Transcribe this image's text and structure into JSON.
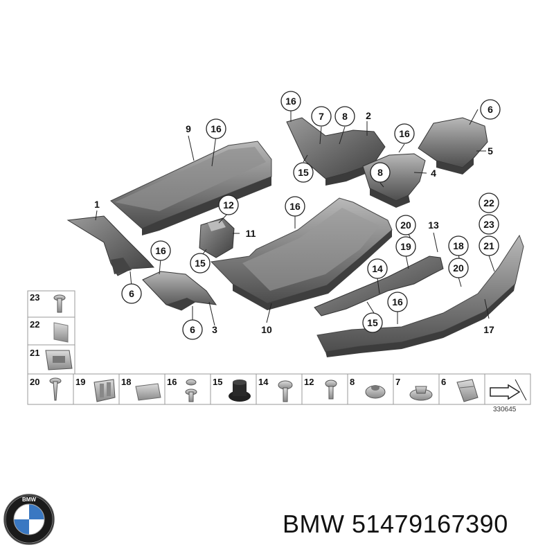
{
  "diagram": {
    "doc_number": "330645",
    "labels": {
      "c16a": "16",
      "l9": "9",
      "c16b": "16",
      "c7": "7",
      "c8a": "8",
      "l2": "2",
      "c6a": "6",
      "c16c": "16",
      "l5": "5",
      "c15a": "15",
      "c8b": "8",
      "l4": "4",
      "l1": "1",
      "c12": "12",
      "l11": "11",
      "c15b": "15",
      "c16d": "16",
      "c6b": "6",
      "c16e": "16",
      "c20a": "20",
      "l13": "13",
      "c19": "19",
      "c14": "14",
      "c15c": "15",
      "c16f": "16",
      "c18": "18",
      "c20b": "20",
      "c21": "21",
      "c22": "22",
      "c23": "23",
      "c6c": "6",
      "l3": "3",
      "l10": "10",
      "l17": "17"
    },
    "legend": {
      "n23": "23",
      "n22": "22",
      "n21": "21",
      "n20": "20",
      "n19": "19",
      "n18": "18",
      "n16": "16",
      "n15": "15",
      "n14": "14",
      "n12": "12",
      "n8": "8",
      "n7": "7",
      "n6": "6"
    }
  },
  "brand": {
    "name": "BMW",
    "part_number": "51479167390",
    "display": "BMW 51479167390",
    "logo_letters": "BMW"
  }
}
